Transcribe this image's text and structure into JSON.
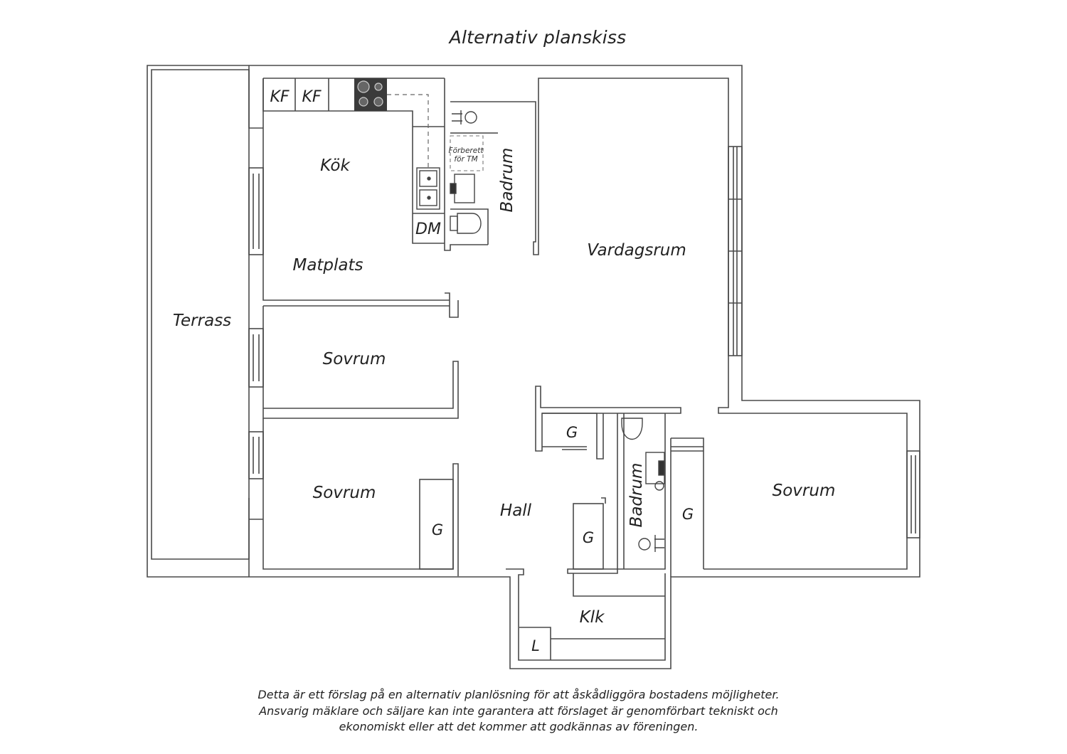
{
  "title": "Alternativ planskiss",
  "rooms": {
    "terrass": "Terrass",
    "kok": "Kök",
    "matplats": "Matplats",
    "vardagsrum": "Vardagsrum",
    "badrum_upper": "Badrum",
    "sovrum_1": "Sovrum",
    "sovrum_2": "Sovrum",
    "sovrum_3": "Sovrum",
    "hall": "Hall",
    "badrum_lower": "Badrum",
    "klk": "Klk"
  },
  "fixtures": {
    "kf_1": "KF",
    "kf_2": "KF",
    "dm": "DM",
    "g_hall_closet": "G",
    "g_sovrum_2": "G",
    "g_hall": "G",
    "g_sovrum_3": "G",
    "l_klk": "L",
    "forberett_line1": "Förberett",
    "forberett_line2": "för TM"
  },
  "disclaimer": [
    "Detta är ett förslag på en alternativ planlösning för att åskådliggöra bostadens möjligheter.",
    "Ansvarig mäklare och säljare kan inte garantera att förslaget är genomförbart tekniskt och",
    "ekonomiskt eller att det kommer att godkännas av föreningen."
  ]
}
